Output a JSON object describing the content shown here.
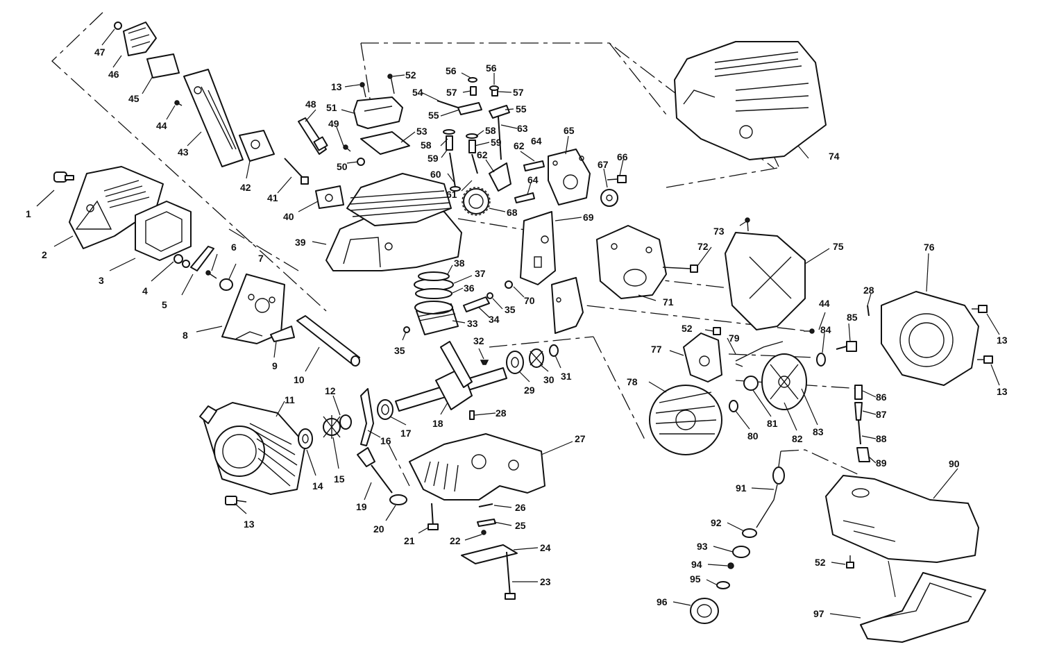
{
  "part_numbers": [
    "1",
    "2",
    "3",
    "4",
    "5",
    "6",
    "7",
    "8",
    "9",
    "10",
    "11",
    "12",
    "13",
    "14",
    "15",
    "16",
    "17",
    "18",
    "19",
    "20",
    "21",
    "22",
    "23",
    "24",
    "25",
    "26",
    "27",
    "28",
    "29",
    "30",
    "31",
    "32",
    "33",
    "34",
    "35",
    "36",
    "37",
    "38",
    "39",
    "40",
    "41",
    "42",
    "43",
    "44",
    "45",
    "46",
    "47",
    "48",
    "49",
    "50",
    "51",
    "52",
    "53",
    "54",
    "55",
    "56",
    "57",
    "58",
    "59",
    "60",
    "61",
    "62",
    "63",
    "64",
    "65",
    "66",
    "67",
    "68",
    "69",
    "70",
    "71",
    "72",
    "73",
    "74",
    "75",
    "76",
    "77",
    "78",
    "79",
    "80",
    "81",
    "82",
    "83",
    "84",
    "85",
    "86",
    "87",
    "88",
    "89",
    "90",
    "91",
    "92",
    "93",
    "94",
    "95",
    "96",
    "97"
  ],
  "colors": {
    "line": "#111111",
    "fill": "#ffffff",
    "shade": "#d4d4d4"
  }
}
